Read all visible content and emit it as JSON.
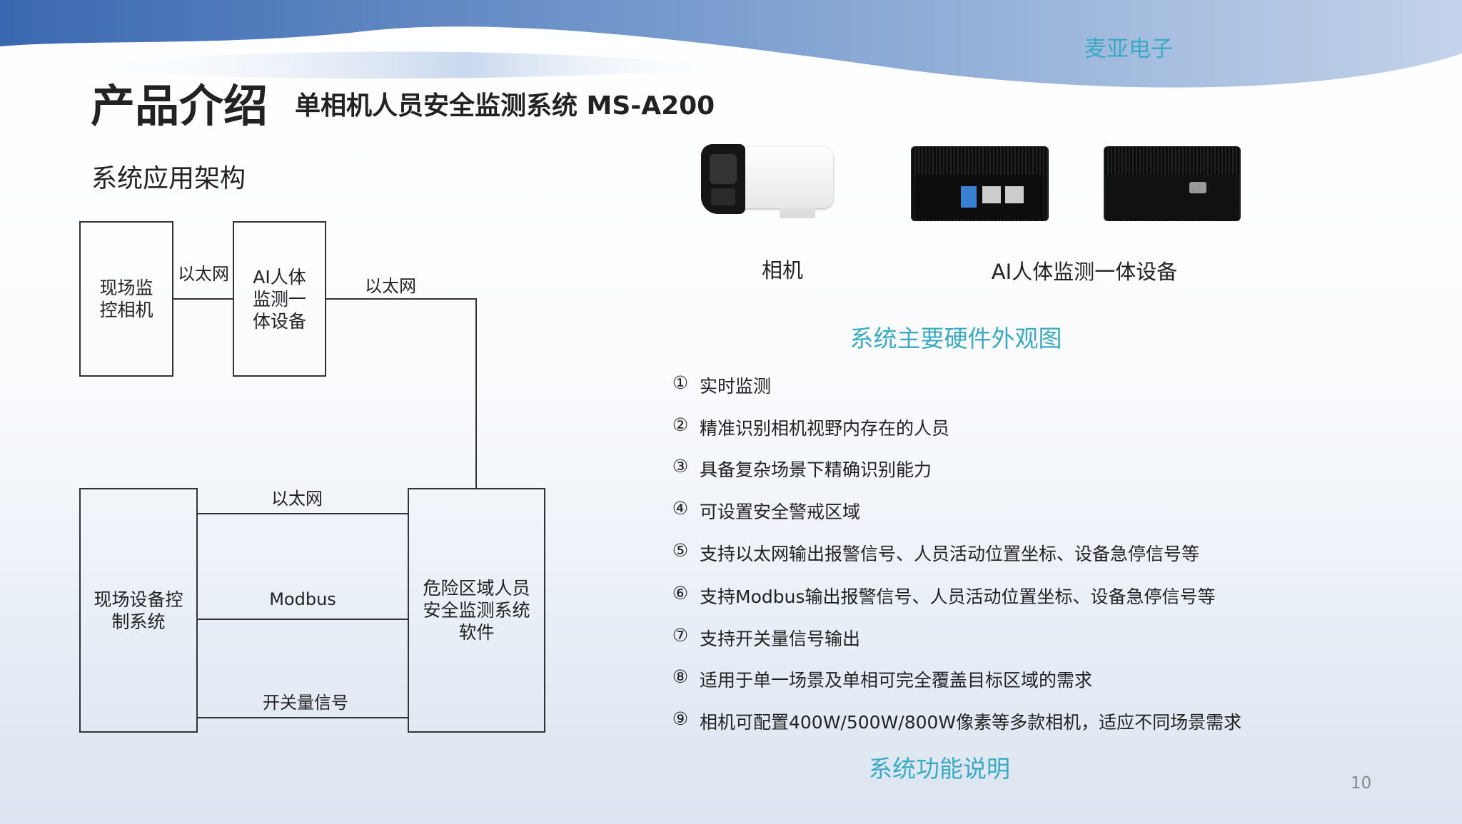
{
  "header": {
    "title": "产品介绍",
    "subtitle": "单相机人员安全监测系统  MS-A200",
    "brand": "麦亚电子"
  },
  "architecture": {
    "heading": "系统应用架构",
    "boxes": {
      "camera": "现场监\n控相机",
      "ai_device": "AI人体\n监测一\n体设备",
      "control": "现场设备控\n制系统",
      "software": "危险区域人员\n安全监测系统\n软件"
    },
    "links": {
      "camera_ai": "以太网",
      "ai_software": "以太网",
      "ethernet": "以太网",
      "modbus": "Modbus",
      "switch": "开关量信号"
    }
  },
  "hardware": {
    "camera_label": "相机",
    "device_label": "AI人体监测一体设备",
    "caption": "系统主要硬件外观图"
  },
  "features": {
    "items": [
      {
        "n": "①",
        "text": "实时监测"
      },
      {
        "n": "②",
        "text": "精准识别相机视野内存在的人员"
      },
      {
        "n": "③",
        "text": "具备复杂场景下精确识别能力"
      },
      {
        "n": "④",
        "text": "可设置安全警戒区域"
      },
      {
        "n": "⑤",
        "text": "支持以太网输出报警信号、人员活动位置坐标、设备急停信号等"
      },
      {
        "n": "⑥",
        "text": "支持Modbus输出报警信号、人员活动位置坐标、设备急停信号等"
      },
      {
        "n": "⑦",
        "text": "支持开关量信号输出"
      },
      {
        "n": "⑧",
        "text": "适用于单一场景及单相可完全覆盖目标区域的需求"
      },
      {
        "n": "⑨",
        "text": "相机可配置400W/500W/800W像素等多款相机，适应不同场景需求"
      }
    ],
    "caption": "系统功能说明"
  },
  "page_number": "10",
  "colors": {
    "accent": "#3aa9c2",
    "wave": "#3f6fb5"
  }
}
